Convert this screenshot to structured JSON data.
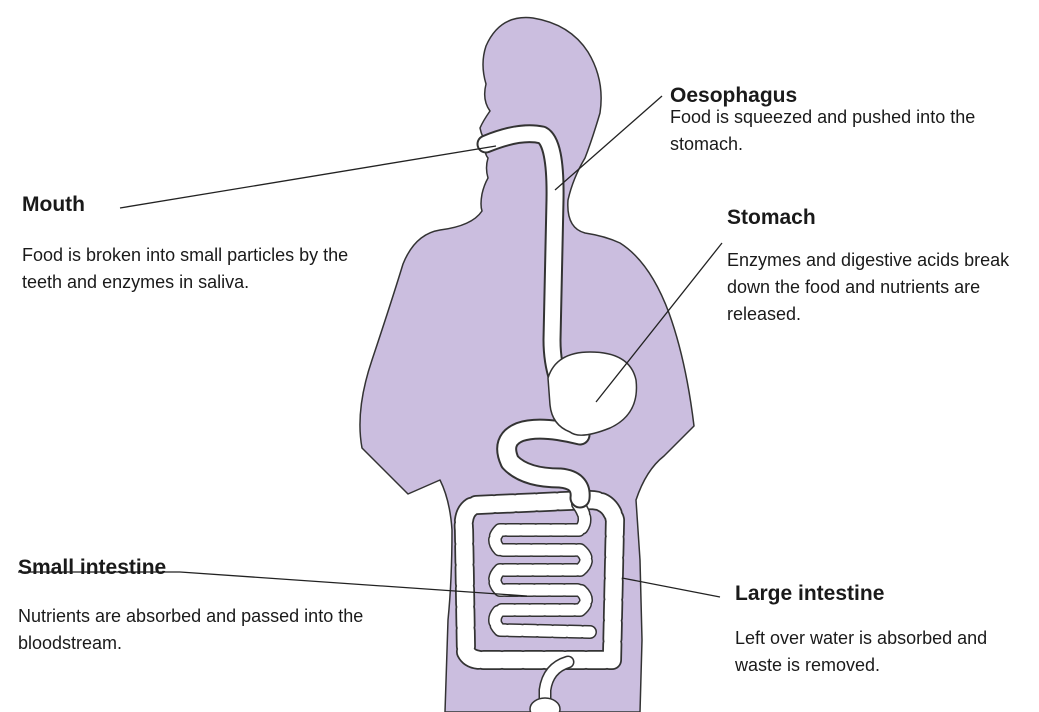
{
  "colors": {
    "body": "#cbbedf",
    "tract": "#ffffff",
    "outline": "#333333",
    "text": "#1a1a1a"
  },
  "labels": {
    "mouth": {
      "title": "Mouth",
      "description": "Food is broken into small particles by the teeth and enzymes in saliva."
    },
    "oesophagus": {
      "title": "Oesophagus",
      "description": "Food is squeezed and pushed into the stomach."
    },
    "stomach": {
      "title": "Stomach",
      "description": "Enzymes and digestive acids break down the food and nutrients are released."
    },
    "small_intestine": {
      "title": "Small intestine",
      "description": "Nutrients are absorbed and passed into the bloodstream."
    },
    "large_intestine": {
      "title": "Large intestine",
      "description": "Left over water is absorbed and waste is removed."
    }
  }
}
